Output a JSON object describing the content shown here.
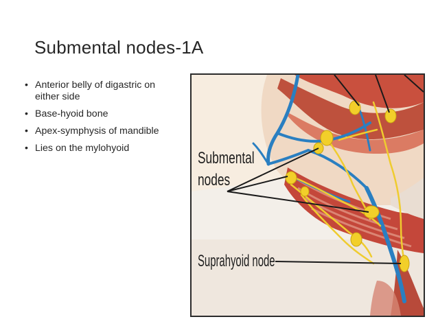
{
  "slide": {
    "title": "Submental nodes-1A",
    "bullets": [
      "Anterior belly of digastric on either side",
      "Base-hyoid bone",
      "Apex-symphysis of mandible",
      "Lies on the mylohyoid"
    ]
  },
  "figure": {
    "labels": {
      "submental_line1": "Submental",
      "submental_line2": "nodes",
      "suprahyoid": "Suprahyoid node"
    },
    "colors": {
      "vessel": "#2a7fc1",
      "node": "#f2cf2a",
      "muscle": "#c94a3a",
      "background": "#f4f1ee"
    }
  }
}
